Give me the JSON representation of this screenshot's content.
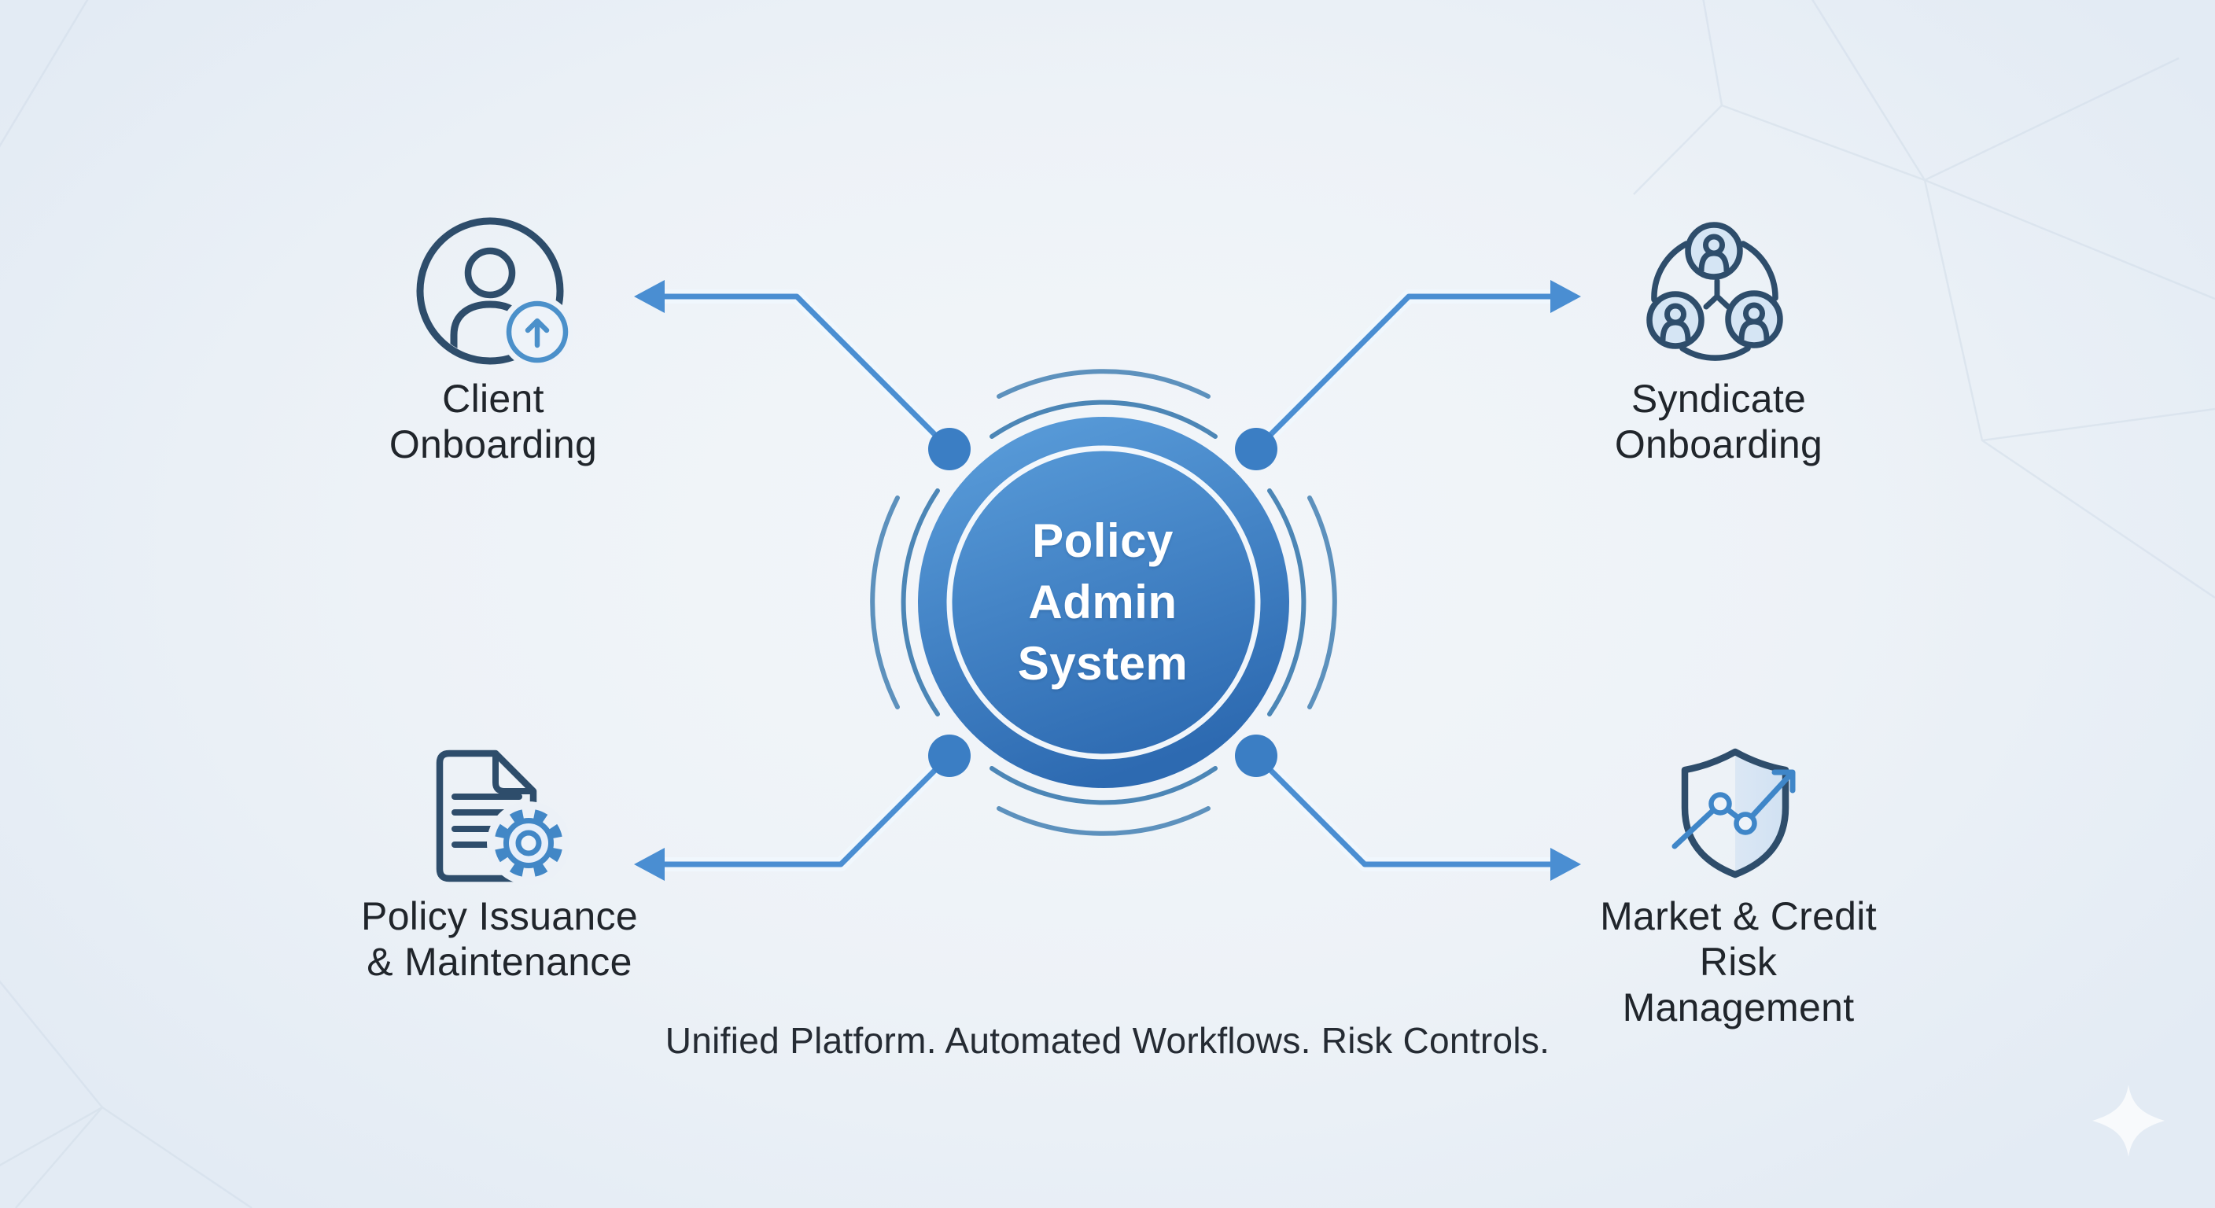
{
  "center": {
    "title_lines": [
      "Policy",
      "Admin",
      "System"
    ]
  },
  "nodes": [
    {
      "id": "client-onboarding",
      "position": "top-left",
      "icon": "user-upload-icon",
      "label_lines": [
        "Client",
        "Onboarding"
      ]
    },
    {
      "id": "syndicate-onboarding",
      "position": "top-right",
      "icon": "team-network-icon",
      "label_lines": [
        "Syndicate",
        "Onboarding"
      ]
    },
    {
      "id": "policy-issuance-maintenance",
      "position": "bottom-left",
      "icon": "document-gear-icon",
      "label_lines": [
        "Policy Issuance",
        "& Maintenance"
      ]
    },
    {
      "id": "market-credit-risk-management",
      "position": "bottom-right",
      "icon": "shield-growth-icon",
      "label_lines": [
        "Market & Credit",
        "Risk Management"
      ]
    }
  ],
  "tagline": "Unified Platform. Automated Workflows. Risk Controls.",
  "colors": {
    "background": "#edf2f7",
    "accent_blue": "#4a8ed2",
    "navy_stroke": "#2e4d6b",
    "gear_blue": "#4287c6",
    "circle_gradient_start": "#5b9edb",
    "circle_gradient_end": "#2d6ab1",
    "light_blue_fill": "#d5e5f4",
    "arc_blue": "#4c86b6",
    "label_text": "#20252b"
  }
}
